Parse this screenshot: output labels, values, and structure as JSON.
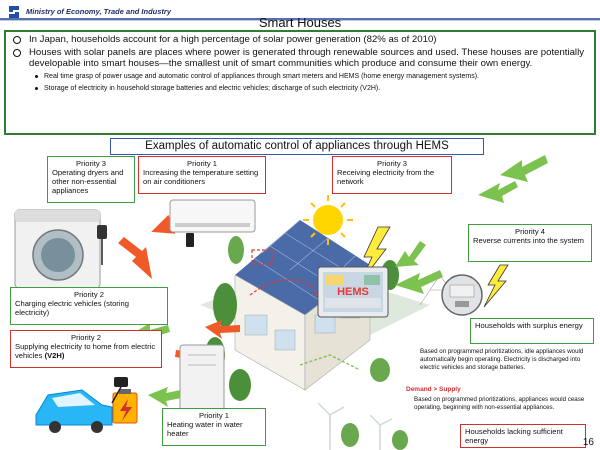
{
  "header": {
    "ministry": "Ministry of Economy, Trade and Industry",
    "title": "Smart Houses"
  },
  "summary": {
    "bullets": [
      "In Japan, households account for a high percentage of solar power generation (82% as of 2010)",
      "Houses with solar panels are places where power is generated through renewable sources and used. These houses are potentially developable into smart houses—the smallest unit of smart communities which produce and consume their own energy."
    ],
    "sub_bullets": [
      "Real time grasp of power usage and automatic control of appliances through smart meters and HEMS (home energy management systems).",
      "Storage of electricity in household storage batteries and electric vehicles; discharge of such electricity (V2H)."
    ]
  },
  "examples_title": "Examples of automatic control of appliances through HEMS",
  "boxes": {
    "dryer": {
      "priority": "Priority 3",
      "text": "Operating dryers and other non-essential appliances"
    },
    "aircon": {
      "priority": "Priority 1",
      "text": "Increasing the temperature setting on air conditioners"
    },
    "receive": {
      "priority": "Priority 3",
      "text": "Receiving electricity from the network"
    },
    "reverse": {
      "priority": "Priority 4",
      "text": "Reverse currents into the system"
    },
    "charge_ev": {
      "priority": "Priority 2",
      "text": "Charging electric vehicles (storing electricity)"
    },
    "v2h": {
      "priority": "Priority 2",
      "text": "Supplying electricity to home from electric vehicles",
      "bold": "(V2H)"
    },
    "heater": {
      "priority": "Priority 1",
      "text": "Heating water in water heater"
    },
    "surplus": {
      "text": "Households with surplus energy"
    },
    "lacking": {
      "text": "Households lacking sufficient energy"
    }
  },
  "scene": {
    "hems_label": "HEMS"
  },
  "notes": {
    "demand_supply_1": "Demand > Supply",
    "surplus_note": "Based on programmed prioritizations, idle appliances would automatically begin operating. Electricity is discharged into electric vehicles and storage batteries.",
    "demand_supply_2": "Demand > Supply",
    "lacking_note": "Based on programmed prioritizations, appliances would cease operating, beginning with non-essential appliances."
  },
  "page_number": "16",
  "colors": {
    "green_border": "#2e7d32",
    "blue_border": "#3a56b3",
    "red_border": "#d32f2f",
    "arrow_orange": "#f05a28",
    "arrow_green": "#7cc24e"
  },
  "icons": [
    "ministry-logo-icon",
    "sun-icon",
    "lightning-icon",
    "solar-panel-icon",
    "wind-turbine-icon",
    "smart-meter-icon",
    "washing-machine-icon",
    "air-conditioner-icon",
    "electric-car-icon",
    "water-heater-icon",
    "battery-icon"
  ]
}
